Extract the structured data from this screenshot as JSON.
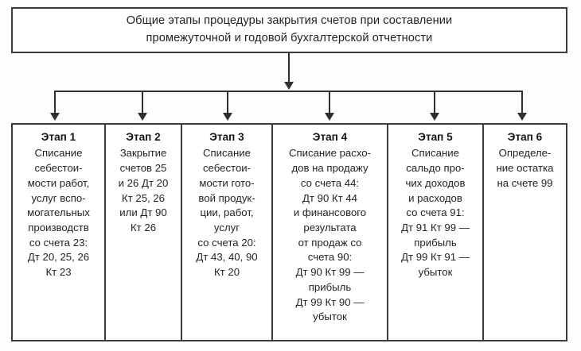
{
  "diagram": {
    "title_line_1": "Общие этапы процедуры закрытия счетов при составлении",
    "title_line_2": "промежуточной и годовой бухгалтерской отчетности",
    "title_full": "Общие этапы процедуры закрытия счетов при составлении промежуточной и годовой бухгалтерской отчетности",
    "stages": [
      {
        "heading": "Этап 1",
        "body": "Списание\nсебестои-\nмости работ,\nуслуг вспо-\nмогательных\nпроизводств\nсо счета 23:\nДт 20, 25, 26\nКт 23"
      },
      {
        "heading": "Этап 2",
        "body": "Закрытие\nсчетов 25\nи 26 Дт 20\nКт 25, 26\nили Дт 90\nКт 26"
      },
      {
        "heading": "Этап 3",
        "body": "Списание\nсебестои-\nмости гото-\nвой продук-\nции, работ,\nуслуг\nсо счета 20:\nДт 43, 40, 90\nКт 20"
      },
      {
        "heading": "Этап 4",
        "body": "Списание расхо-\nдов на продажу\nсо счета 44:\nДт 90 Кт 44\nи финансового\nрезультата\nот продаж со\nсчета 90:\nДт 90 Кт 99 —\nприбыль\nДт 99 Кт 90 —\nубыток"
      },
      {
        "heading": "Этап 5",
        "body": "Списание\nсальдо про-\nчих доходов\nи расходов\nсо счета 91:\nДт 91 Кт 99 —\nприбыль\nДт 99 Кт 91 —\nубыток"
      },
      {
        "heading": "Этап 6",
        "body": "Определе-\nние остатка\nна счете 99"
      }
    ],
    "colors": {
      "border": "#3b3b3b",
      "connector": "#2f2f2f",
      "background": "#fdfdfd",
      "text": "#232323"
    }
  }
}
